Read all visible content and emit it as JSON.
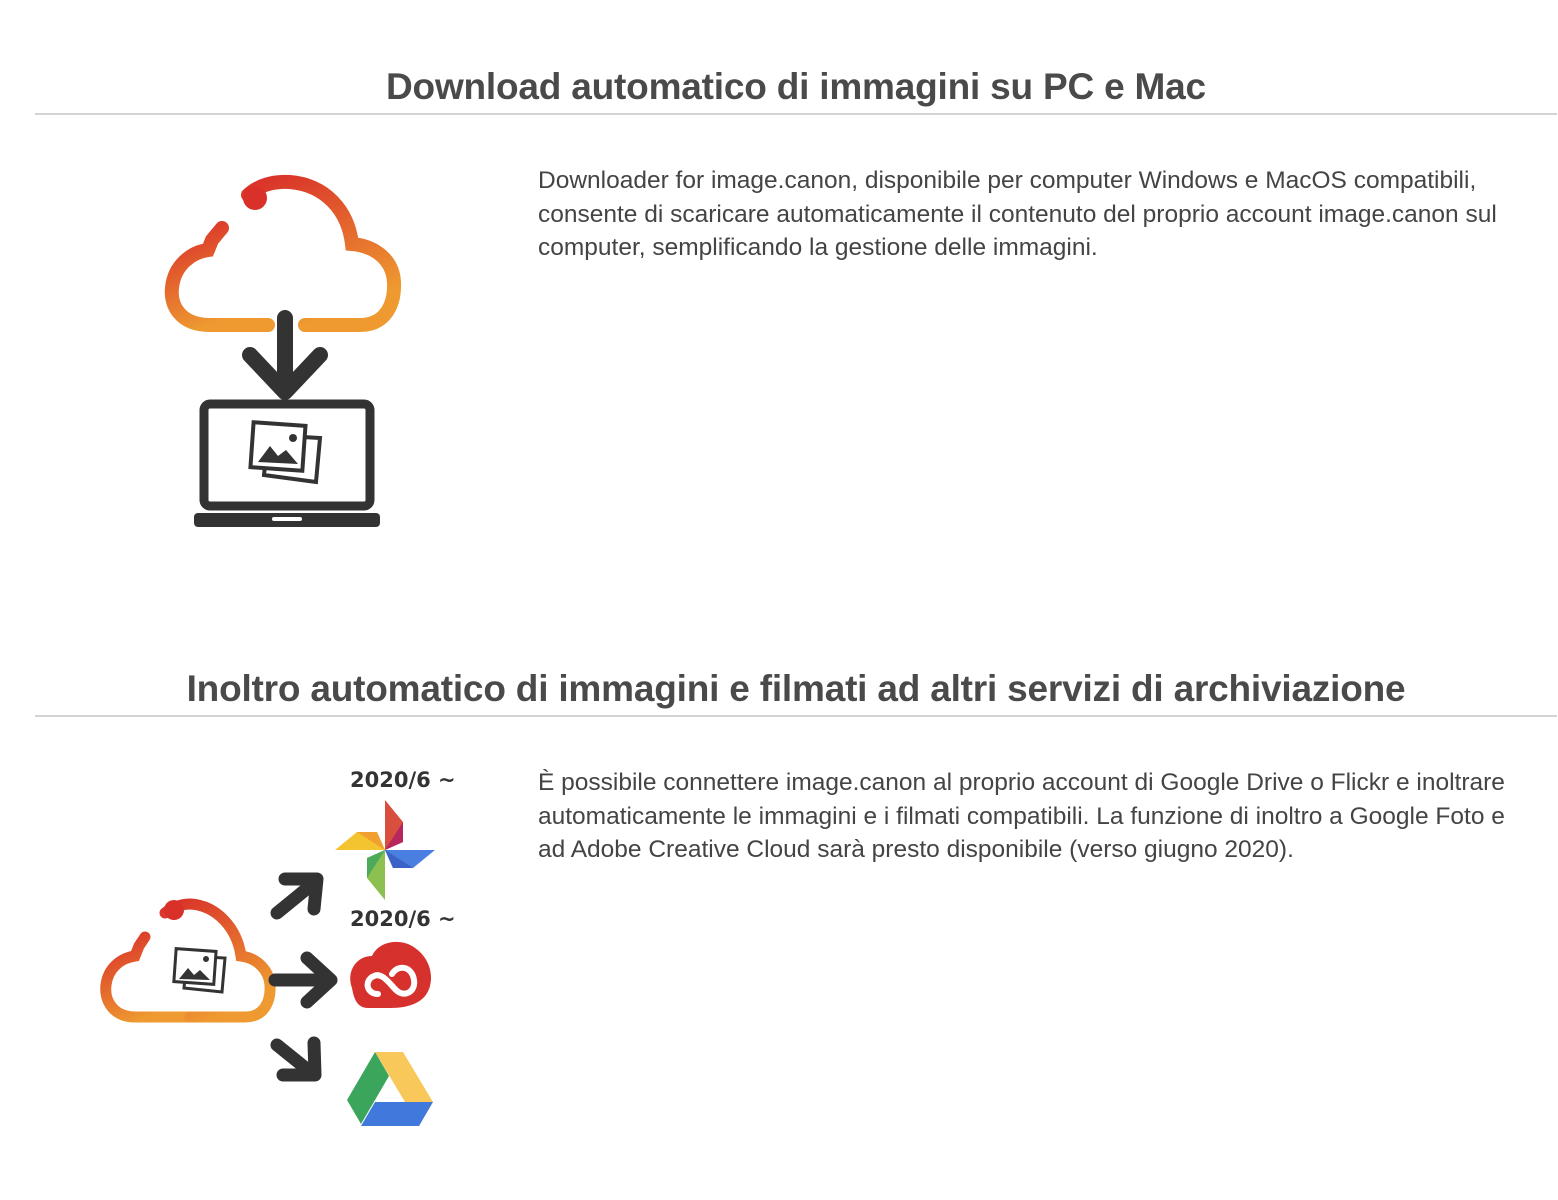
{
  "sections": [
    {
      "title": "Download automatico di immagini su PC e Mac",
      "description": "Downloader for image.canon, disponibile per computer Windows e MacOS compatibili, consente di scaricare automaticamente il contenuto del proprio account image.canon sul computer, semplificando la gestione delle immagini.",
      "illustration": {
        "icons": [
          "cloud-icon",
          "download-arrow-icon",
          "laptop-icon",
          "photos-icon"
        ]
      }
    },
    {
      "title": "Inoltro automatico di immagini e filmati ad altri servizi di archiviazione",
      "description": "È possibile connettere image.canon al proprio account di Google Drive o Flickr e inoltrare automaticamente le immagini e i filmati compatibili. La funzione di inoltro a Google Foto e ad Adobe Creative Cloud sarà presto disponibile (verso giugno 2020).",
      "illustration": {
        "labels": [
          "2020/6 ~",
          "2020/6 ~"
        ],
        "icons": [
          "cloud-photos-icon",
          "arrow-up-right-icon",
          "arrow-right-icon",
          "arrow-down-right-icon",
          "google-photos-icon",
          "adobe-creative-cloud-icon",
          "google-drive-icon"
        ]
      }
    }
  ],
  "colors": {
    "heading": "#4a4a4a",
    "text": "#444444",
    "divider": "#d3d3d3",
    "cloud_gradient_start": "#d9312a",
    "cloud_gradient_end": "#ee9a30",
    "icon_dark": "#333333",
    "adobe_red": "#d7312d"
  }
}
